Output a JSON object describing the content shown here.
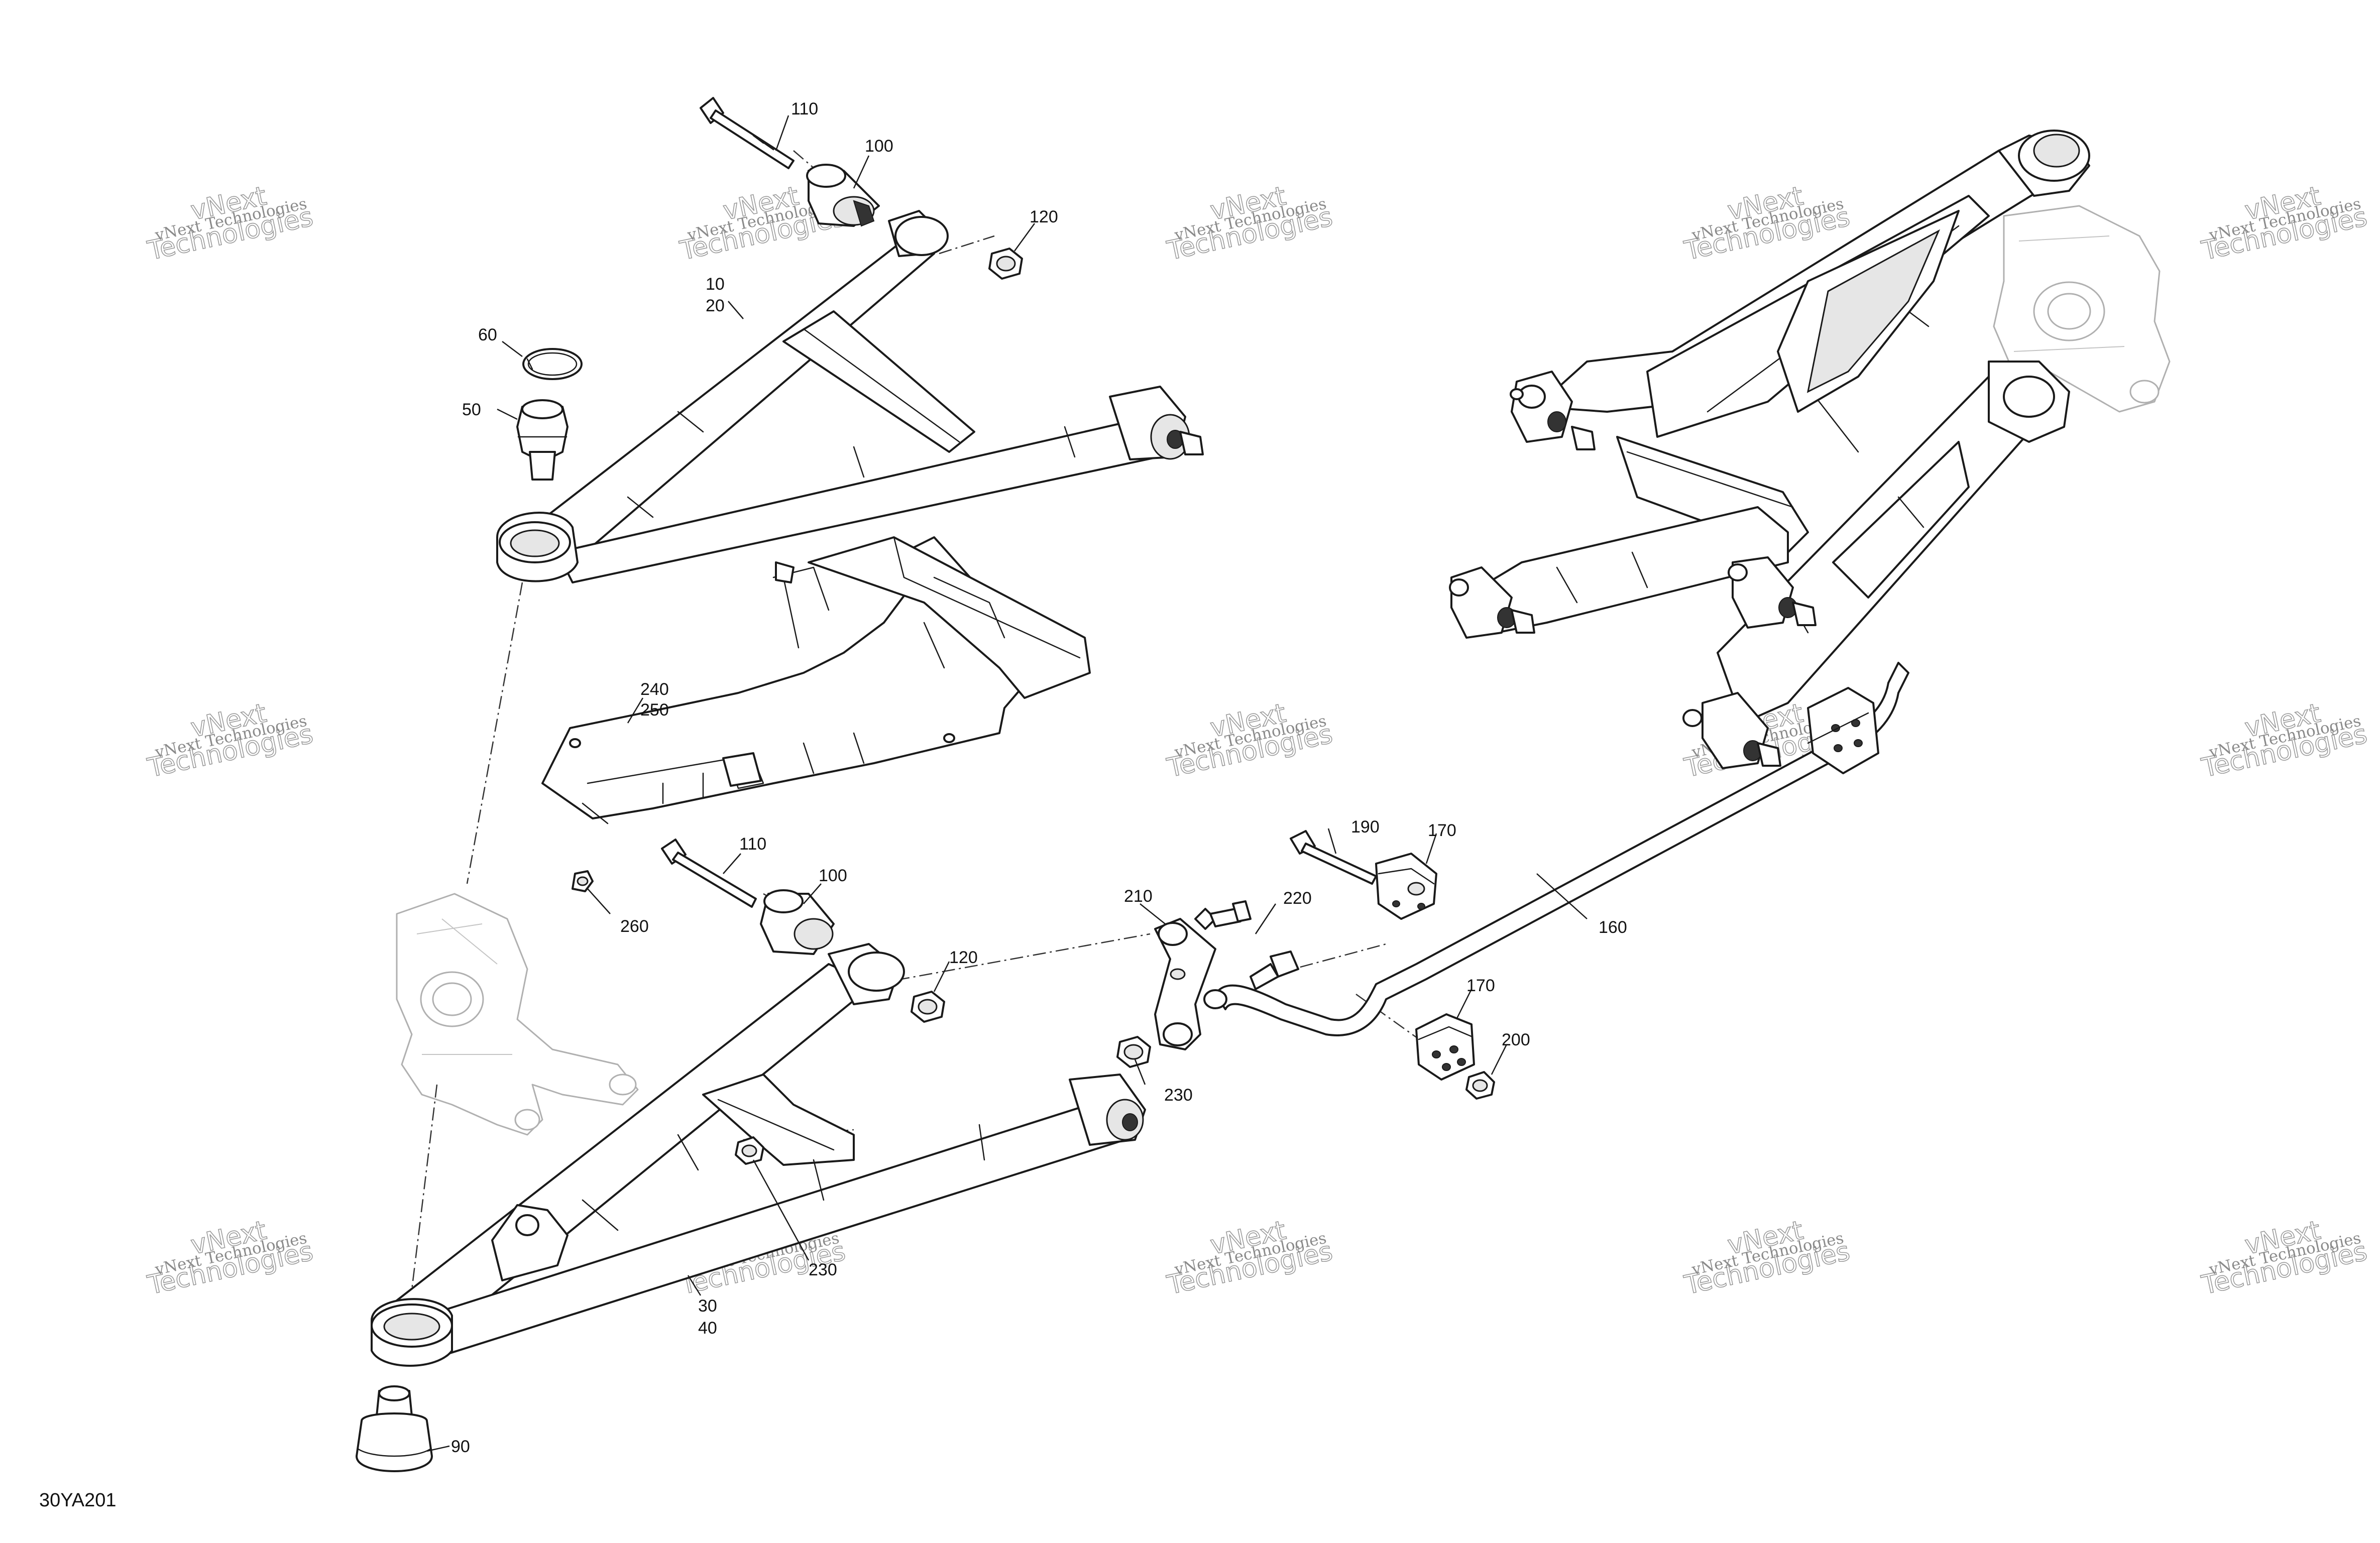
{
  "figure_id": "30YA201",
  "watermark": {
    "line1": "vNext Technologies",
    "line2": "vNext",
    "line3": "Technologies"
  },
  "callouts": [
    {
      "id": "c110a",
      "text": "110"
    },
    {
      "id": "c100a",
      "text": "100"
    },
    {
      "id": "c120a",
      "text": "120"
    },
    {
      "id": "c10",
      "text": "10"
    },
    {
      "id": "c20",
      "text": "20"
    },
    {
      "id": "c60",
      "text": "60"
    },
    {
      "id": "c50",
      "text": "50"
    },
    {
      "id": "c240",
      "text": "240"
    },
    {
      "id": "c250",
      "text": "250"
    },
    {
      "id": "c260",
      "text": "260"
    },
    {
      "id": "c110b",
      "text": "110"
    },
    {
      "id": "c100b",
      "text": "100"
    },
    {
      "id": "c120b",
      "text": "120"
    },
    {
      "id": "c190",
      "text": "190"
    },
    {
      "id": "c170a",
      "text": "170"
    },
    {
      "id": "c210",
      "text": "210"
    },
    {
      "id": "c220",
      "text": "220"
    },
    {
      "id": "c160",
      "text": "160"
    },
    {
      "id": "c170b",
      "text": "170"
    },
    {
      "id": "c200",
      "text": "200"
    },
    {
      "id": "c230a",
      "text": "230"
    },
    {
      "id": "c230b",
      "text": "230"
    },
    {
      "id": "c30",
      "text": "30"
    },
    {
      "id": "c40",
      "text": "40"
    },
    {
      "id": "c90",
      "text": "90"
    }
  ]
}
